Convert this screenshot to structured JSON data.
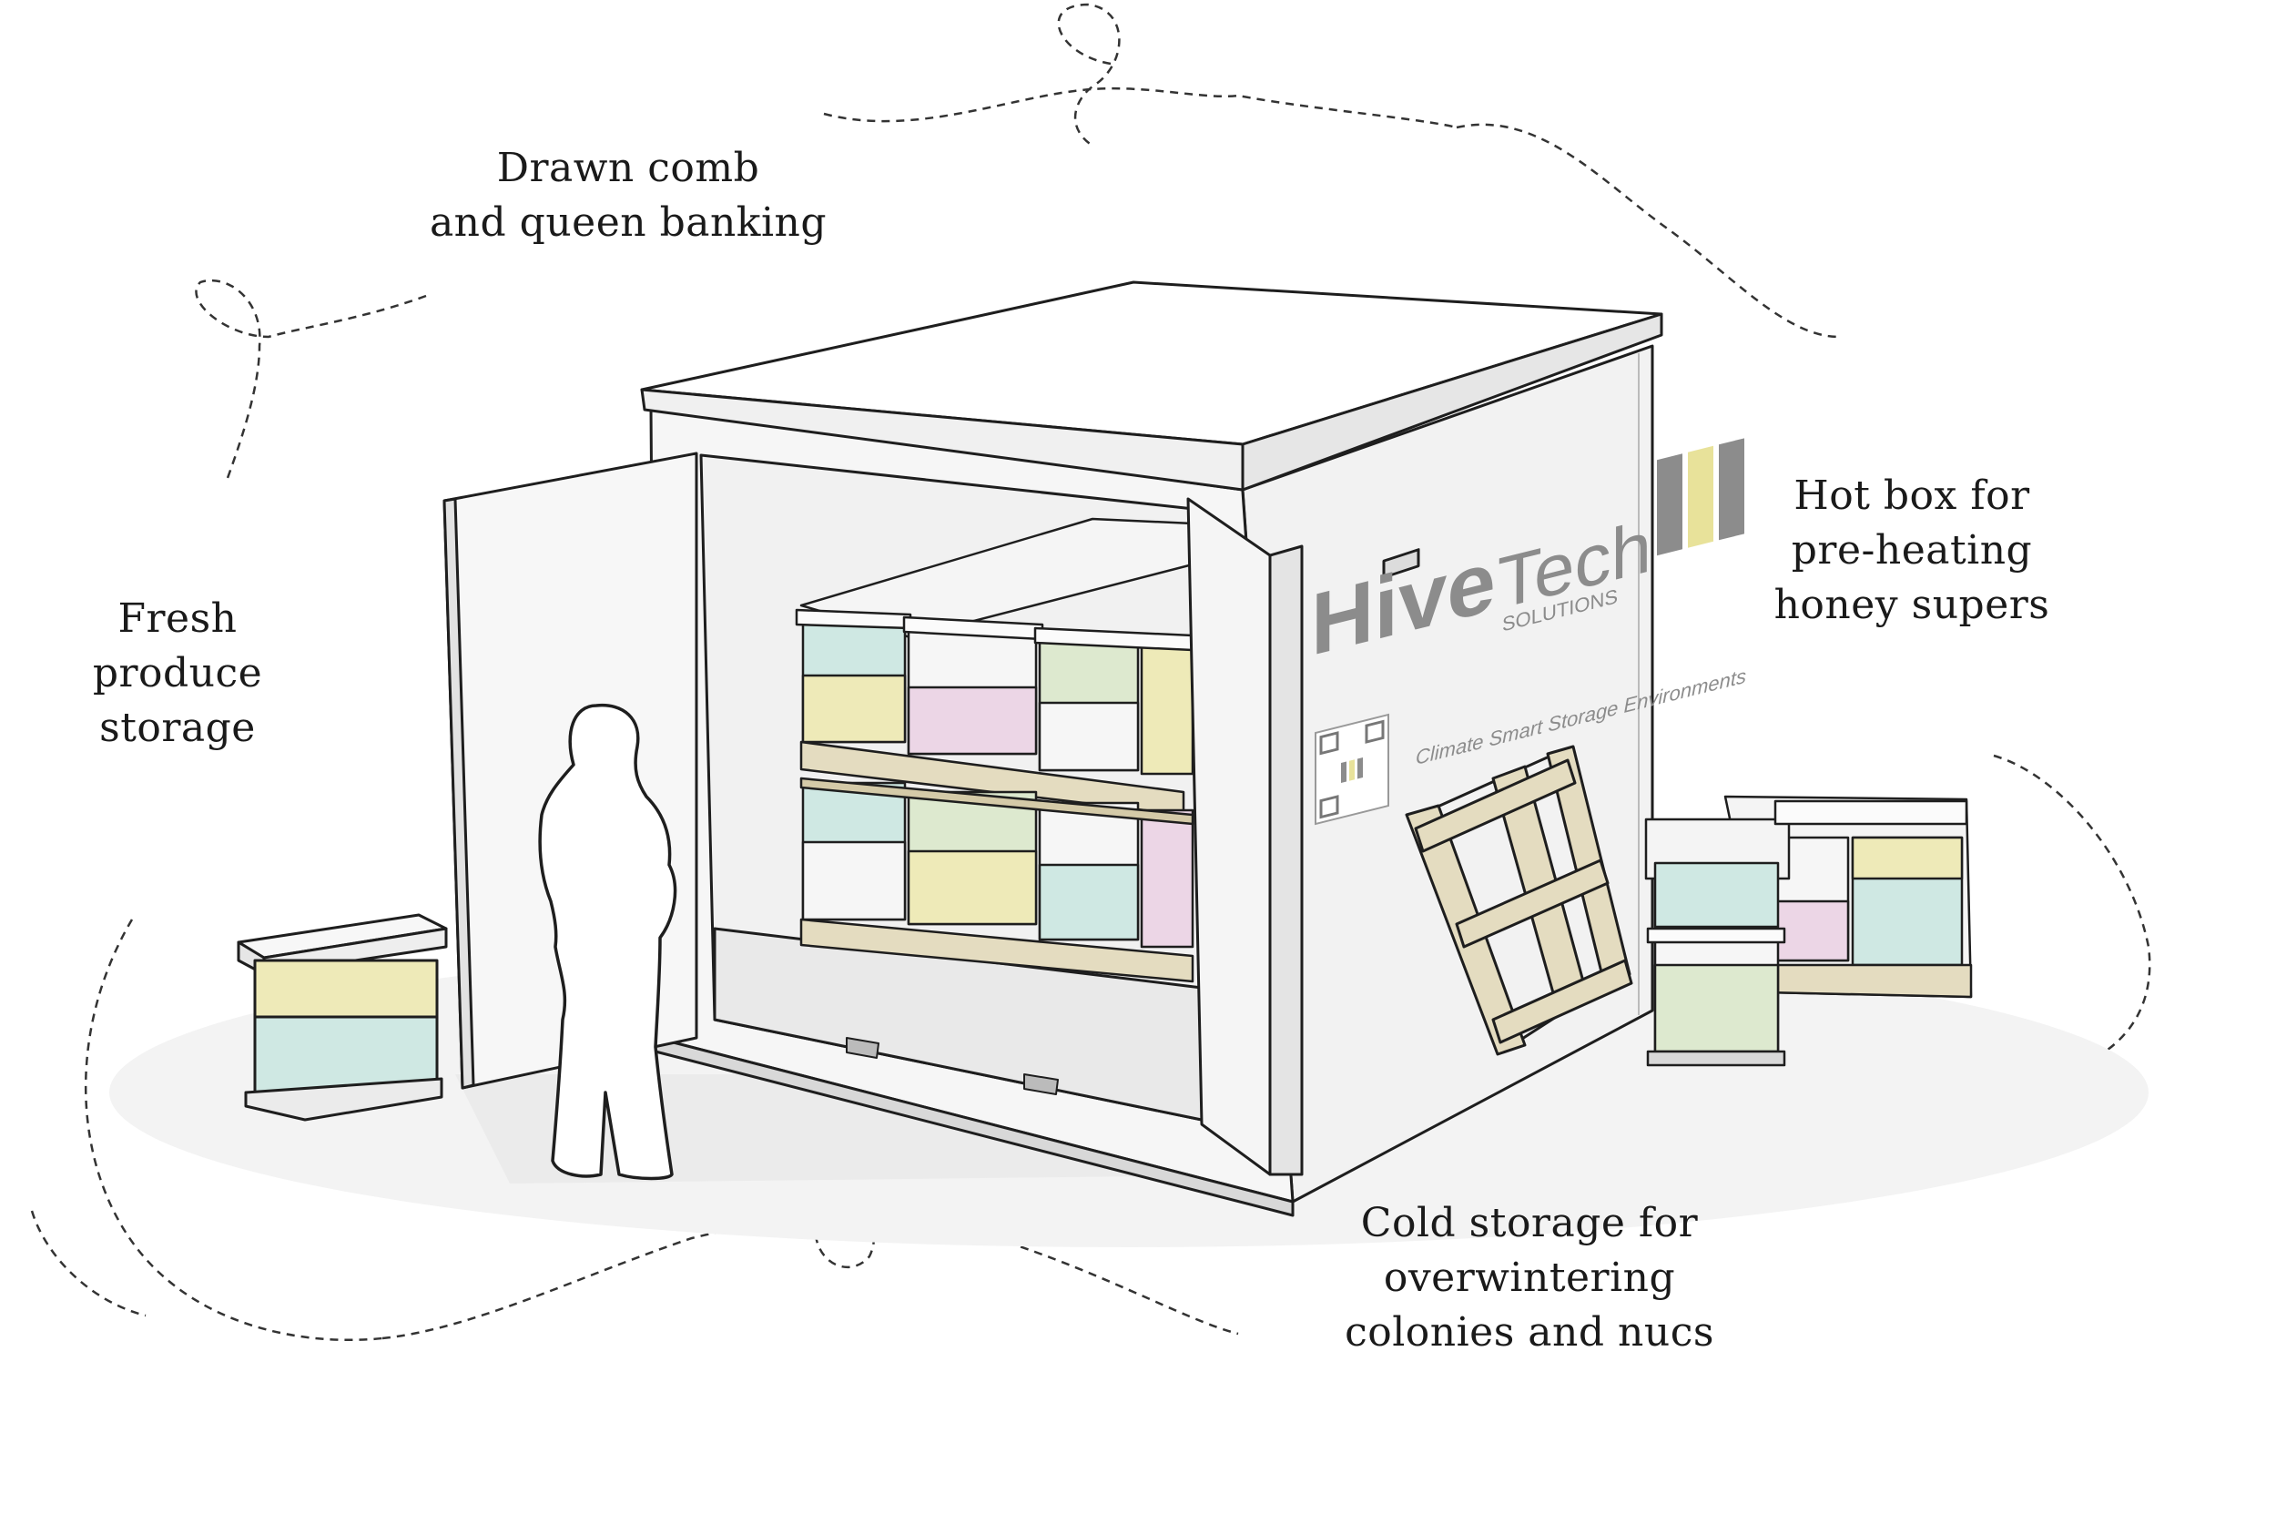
{
  "labels": {
    "drawn_comb": [
      "Drawn comb",
      "and queen banking"
    ],
    "fresh_produce": [
      "Fresh",
      "produce",
      "storage"
    ],
    "hot_box": [
      "Hot box for",
      "pre-heating",
      "honey supers"
    ],
    "cold_storage": [
      "Cold storage for",
      "overwintering",
      "colonies and nucs"
    ]
  },
  "brand": {
    "name_part1": "Hive",
    "name_part2": "Tech",
    "sub": "SOLUTIONS",
    "tagline": "Climate Smart Storage Environments"
  },
  "colors": {
    "outline": "#1e1e1e",
    "container_wall": "#f4f4f4",
    "container_side": "#eeeeee",
    "shadow_floor": "#ececec",
    "logo_grey": "#8c8c8c",
    "logo_yellow": "#e8e29a",
    "pallet": "#e4dcc0",
    "box_blue": "#cfe8e3",
    "box_yellow": "#eeeab8",
    "box_pink": "#ecd6e6",
    "box_green": "#dde9cf",
    "box_white": "#f6f6f6"
  },
  "icons": [
    "person-silhouette-icon",
    "qr-code-icon",
    "hivetech-logo-icon"
  ]
}
